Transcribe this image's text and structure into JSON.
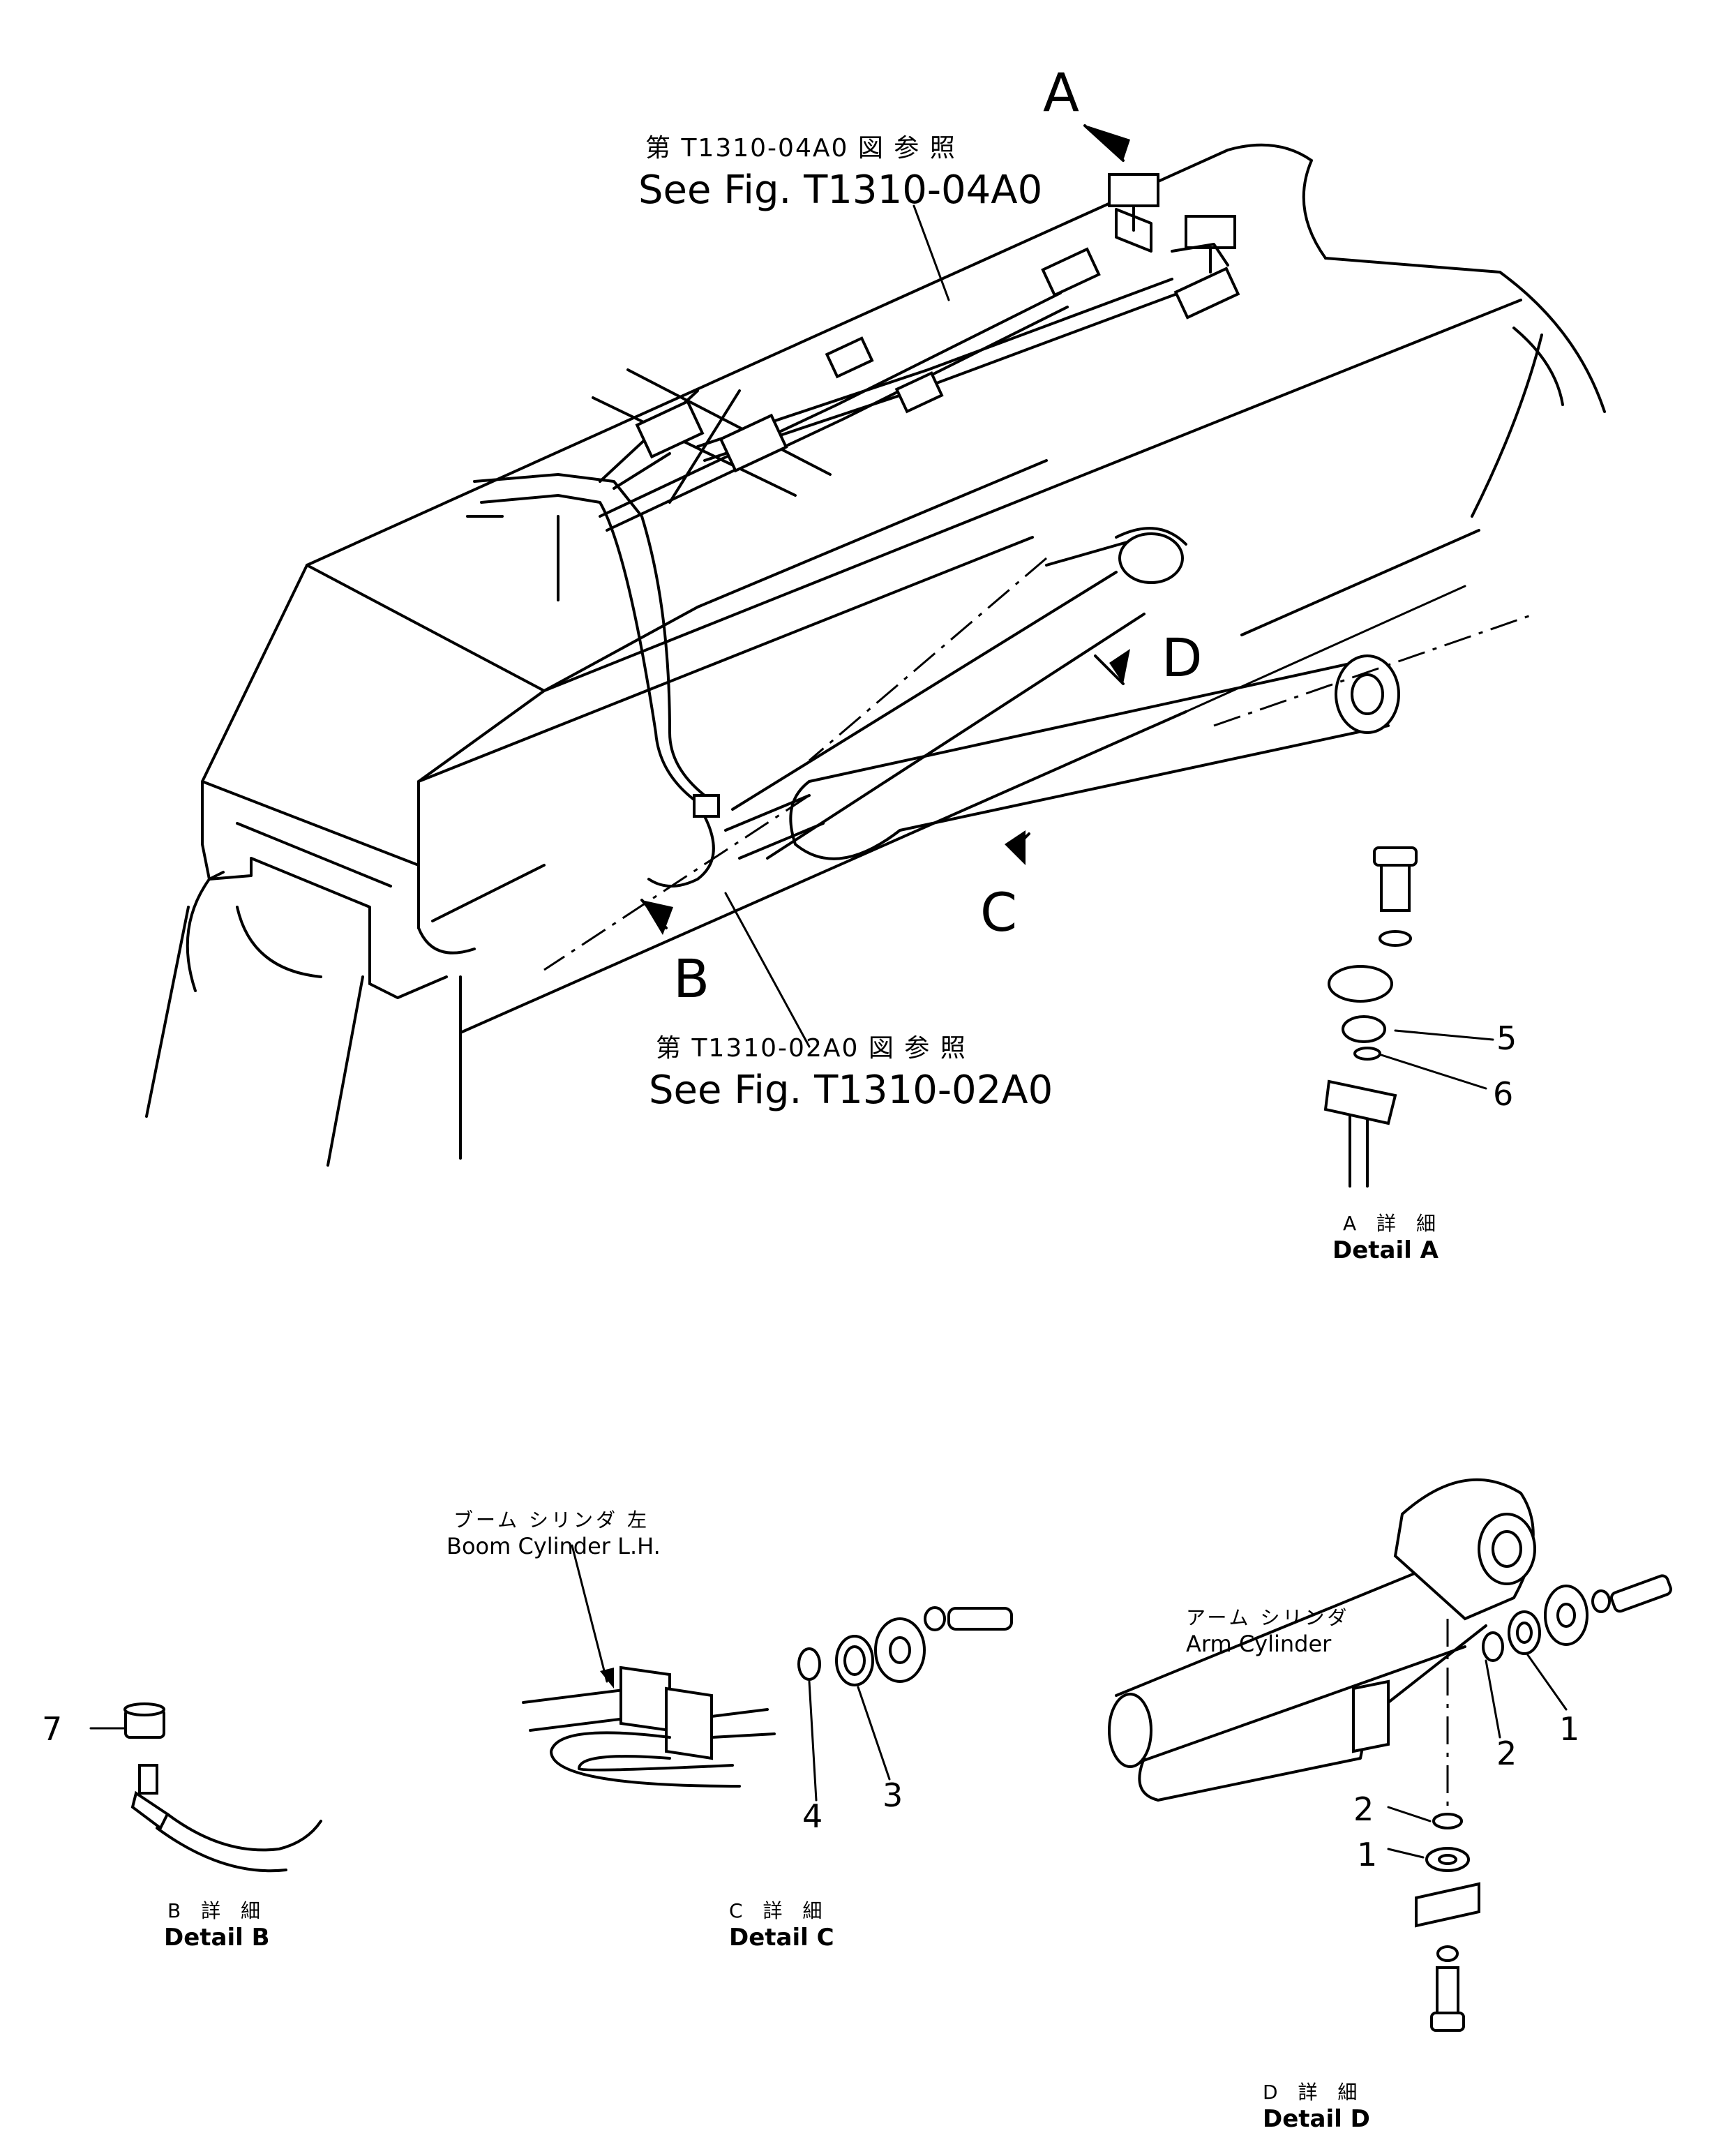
{
  "callouts": {
    "a": "A",
    "b": "B",
    "c": "C",
    "d": "D"
  },
  "references": {
    "upper": {
      "jp": "第 T1310-04A0 図 参 照",
      "en": "See Fig. T1310-04A0"
    },
    "lower": {
      "jp": "第 T1310-02A0 図 参 照",
      "en": "See Fig. T1310-02A0"
    }
  },
  "details": {
    "a": {
      "jp": "A 詳 細",
      "en": "Detail A",
      "numbers": [
        "5",
        "6"
      ]
    },
    "b": {
      "jp": "B 詳 細",
      "en": "Detail B",
      "numbers": [
        "7"
      ]
    },
    "c": {
      "jp": "C 詳 細",
      "en": "Detail C",
      "numbers": [
        "4",
        "3"
      ],
      "label_jp": "ブーム シリンダ 左",
      "label_en": "Boom Cylinder L.H."
    },
    "d": {
      "jp": "D 詳 細",
      "en": "Detail D",
      "numbers": [
        "1",
        "2",
        "2",
        "1"
      ],
      "label_jp": "アーム シリンダ",
      "label_en": "Arm Cylinder"
    }
  }
}
